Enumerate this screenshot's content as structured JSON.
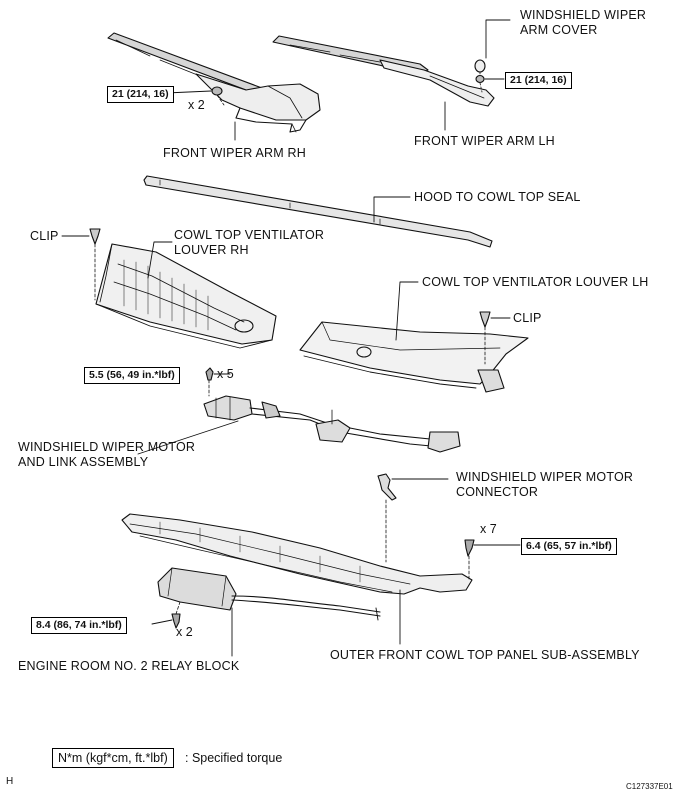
{
  "labels": {
    "wiper_arm_cover": "WINDSHIELD WIPER\nARM COVER",
    "wiper_arm_rh": "FRONT WIPER ARM RH",
    "wiper_arm_lh": "FRONT WIPER ARM LH",
    "hood_seal": "HOOD TO COWL TOP SEAL",
    "clip_left": "CLIP",
    "louver_rh": "COWL TOP VENTILATOR\nLOUVER RH",
    "louver_lh": "COWL TOP VENTILATOR LOUVER LH",
    "clip_right": "CLIP",
    "motor_link": "WINDSHIELD WIPER MOTOR\nAND LINK ASSEMBLY",
    "motor_connector": "WINDSHIELD WIPER MOTOR\nCONNECTOR",
    "relay_block": "ENGINE ROOM NO. 2 RELAY BLOCK",
    "cowl_panel": "OUTER FRONT COWL TOP PANEL SUB-ASSEMBLY"
  },
  "torques": {
    "arm_rh": "21 (214, 16)",
    "arm_lh": "21 (214, 16)",
    "motor": "5.5 (56, 49 in.*lbf)",
    "panel": "6.4 (65, 57 in.*lbf)",
    "relay": "8.4 (86, 74 in.*lbf)"
  },
  "quantities": {
    "arm_rh": "x 2",
    "motor": "x 5",
    "panel": "x 7",
    "relay": "x 2"
  },
  "legend": {
    "unit": "N*m (kgf*cm, ft.*lbf)",
    "text": ": Specified torque"
  },
  "footer": {
    "letter": "H",
    "code": "C127337E01"
  }
}
